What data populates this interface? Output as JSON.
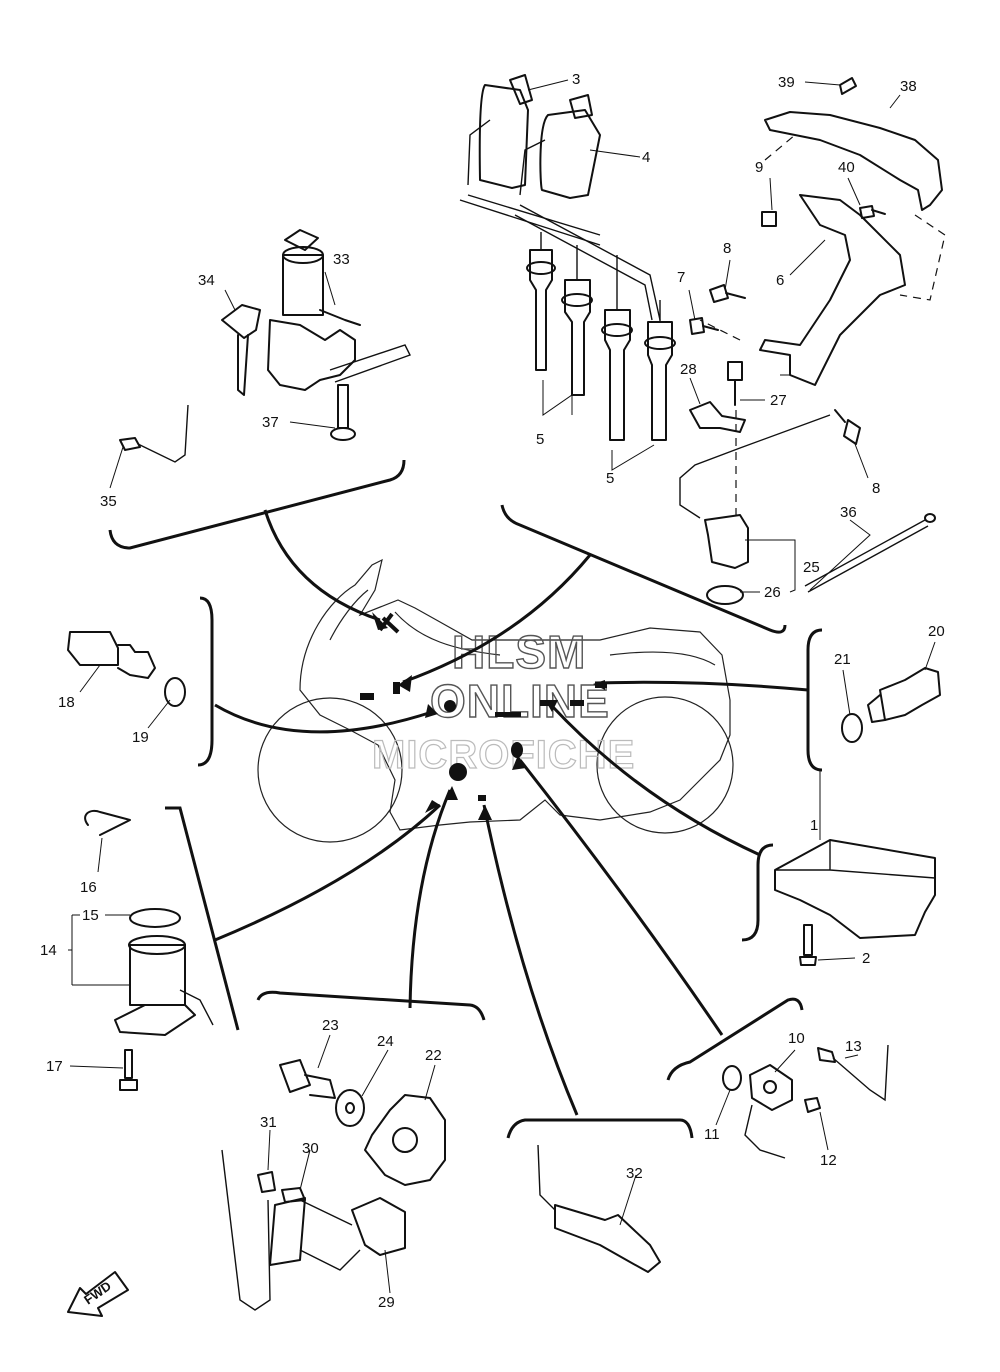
{
  "watermark": {
    "line1": "HLSM",
    "line2": "ONLINE",
    "line3": "MICROFICHE"
  },
  "direction_label": "FWD",
  "callouts": {
    "c1": "1",
    "c2": "2",
    "c3": "3",
    "c4": "4",
    "c5a": "5",
    "c5b": "5",
    "c6": "6",
    "c7": "7",
    "c8a": "8",
    "c8b": "8",
    "c9": "9",
    "c10": "10",
    "c11": "11",
    "c12": "12",
    "c13": "13",
    "c14": "14",
    "c15": "15",
    "c16": "16",
    "c17": "17",
    "c18": "18",
    "c19": "19",
    "c20": "20",
    "c21": "21",
    "c22": "22",
    "c23": "23",
    "c24": "24",
    "c25": "25",
    "c26": "26",
    "c27": "27",
    "c28": "28",
    "c29": "29",
    "c30": "30",
    "c31": "31",
    "c32": "32",
    "c33": "33",
    "c34": "34",
    "c35": "35",
    "c36": "36",
    "c37": "37",
    "c38": "38",
    "c39": "39",
    "c40": "40"
  }
}
